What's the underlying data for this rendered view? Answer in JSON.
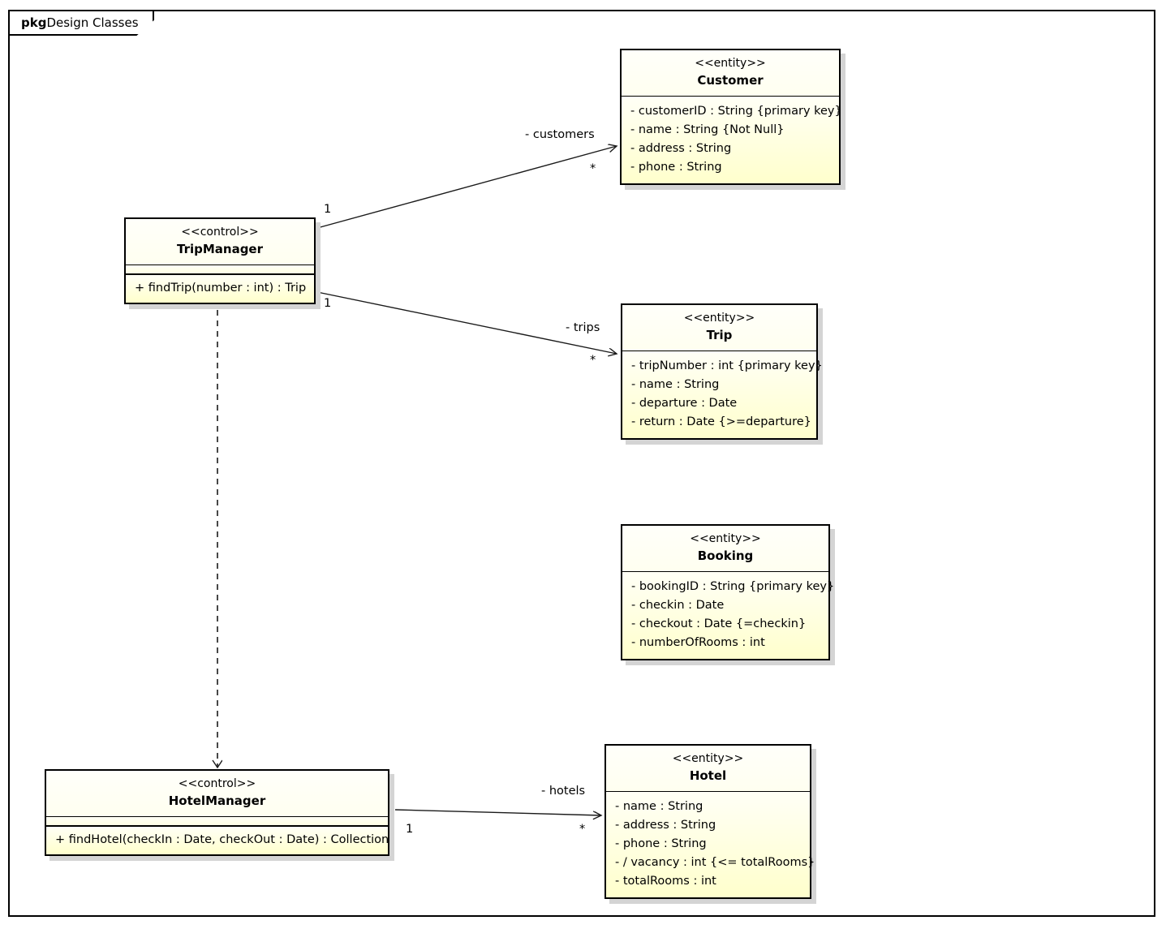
{
  "package": {
    "keyword": "pkg",
    "name": "Design Classes"
  },
  "classes": {
    "trip_manager": {
      "stereotype": "<<control>>",
      "name": "TripManager",
      "attributes": [],
      "operations": [
        "+ findTrip(number : int) : Trip"
      ]
    },
    "hotel_manager": {
      "stereotype": "<<control>>",
      "name": "HotelManager",
      "attributes": [],
      "operations": [
        "+ findHotel(checkIn : Date, checkOut : Date) : Collection"
      ]
    },
    "customer": {
      "stereotype": "<<entity>>",
      "name": "Customer",
      "attributes": [
        "- customerID : String {primary key}",
        "- name : String {Not Null}",
        "- address : String",
        "- phone : String"
      ]
    },
    "trip": {
      "stereotype": "<<entity>>",
      "name": "Trip",
      "attributes": [
        "- tripNumber : int {primary key}",
        "- name : String",
        "- departure : Date",
        "- return : Date {>=departure}"
      ]
    },
    "booking": {
      "stereotype": "<<entity>>",
      "name": "Booking",
      "attributes": [
        "- bookingID : String {primary key}",
        "- checkin : Date",
        "- checkout : Date {=checkin}",
        "- numberOfRooms : int"
      ]
    },
    "hotel": {
      "stereotype": "<<entity>>",
      "name": "Hotel",
      "attributes": [
        "- name : String",
        "- address : String",
        "- phone : String",
        "- / vacancy : int {<= totalRooms}",
        "- totalRooms : int"
      ]
    }
  },
  "associations": {
    "customers": {
      "role": "- customers",
      "source_multiplicity": "1",
      "target_multiplicity": "*"
    },
    "trips": {
      "role": "- trips",
      "source_multiplicity": "1",
      "target_multiplicity": "*"
    },
    "hotels": {
      "role": "- hotels",
      "source_multiplicity": "1",
      "target_multiplicity": "*"
    }
  },
  "colors": {
    "class_fill": "#FFFFCC",
    "border": "#000000",
    "shadow": "#D4D4D4",
    "canvas": "#FFFFFF"
  }
}
